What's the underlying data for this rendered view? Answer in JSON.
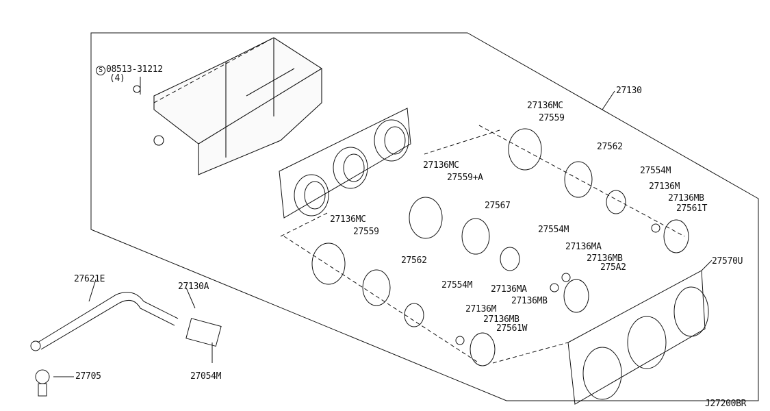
{
  "diagram_id": "J27200BR",
  "screw": {
    "symbol": "S",
    "part": "08513-31212",
    "qty": "(4)"
  },
  "labels": {
    "assembly": "27130",
    "mc_top": "27136MC",
    "ring_top": "27559",
    "knob_top": "27562",
    "clip_top": "27554M",
    "m_top": "27136M",
    "mb_top": "27136MB",
    "cap_top": "27561T",
    "mc_mid": "27136MC",
    "ring_mid": "27559+A",
    "knob_mid": "27567",
    "clip_mid": "27554M",
    "ma_1": "27136MA",
    "mb_mid1": "27136MB",
    "cap_mid": "275A2",
    "ma_2": "27136MA",
    "mb_mid2": "27136MB",
    "mc_low": "27136MC",
    "ring_low": "27559",
    "knob_low": "27562",
    "clip_low": "27554M",
    "m_low": "27136M",
    "mb_low": "27136MB",
    "cap_low": "27561W",
    "finisher": "27570U",
    "hose": "27621E",
    "connector": "27130A",
    "sensor": "27054M",
    "clip": "27705"
  }
}
